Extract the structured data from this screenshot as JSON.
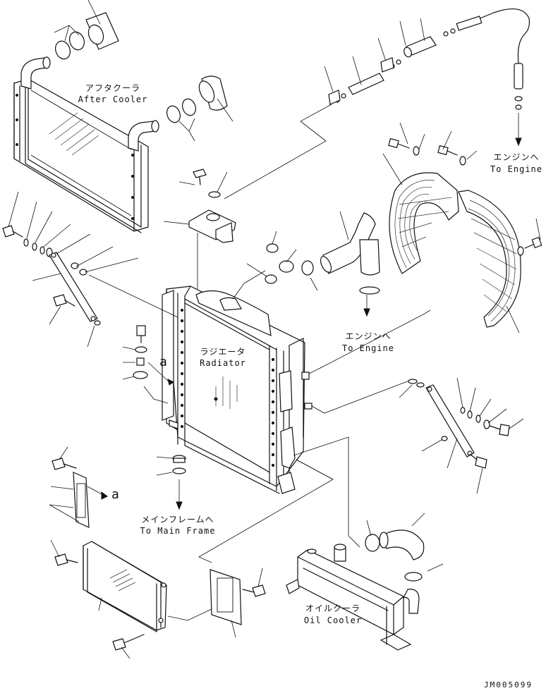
{
  "labels": {
    "after_cooler_jp": "アフタクーラ",
    "after_cooler_en": "After Cooler",
    "to_engine_top_jp": "エンジンへ",
    "to_engine_top_en": "To Engine",
    "radiator_jp": "ラジエータ",
    "radiator_en": "Radiator",
    "to_engine_mid_jp": "エンジンへ",
    "to_engine_mid_en": "To Engine",
    "ref_a_upper": "a",
    "ref_a_lower": "a",
    "to_main_frame_jp": "メインフレームへ",
    "to_main_frame_en": "To Main Frame",
    "oil_cooler_jp": "オイルクーラ",
    "oil_cooler_en": "Oil Cooler",
    "drawing_number": "JM005099"
  }
}
